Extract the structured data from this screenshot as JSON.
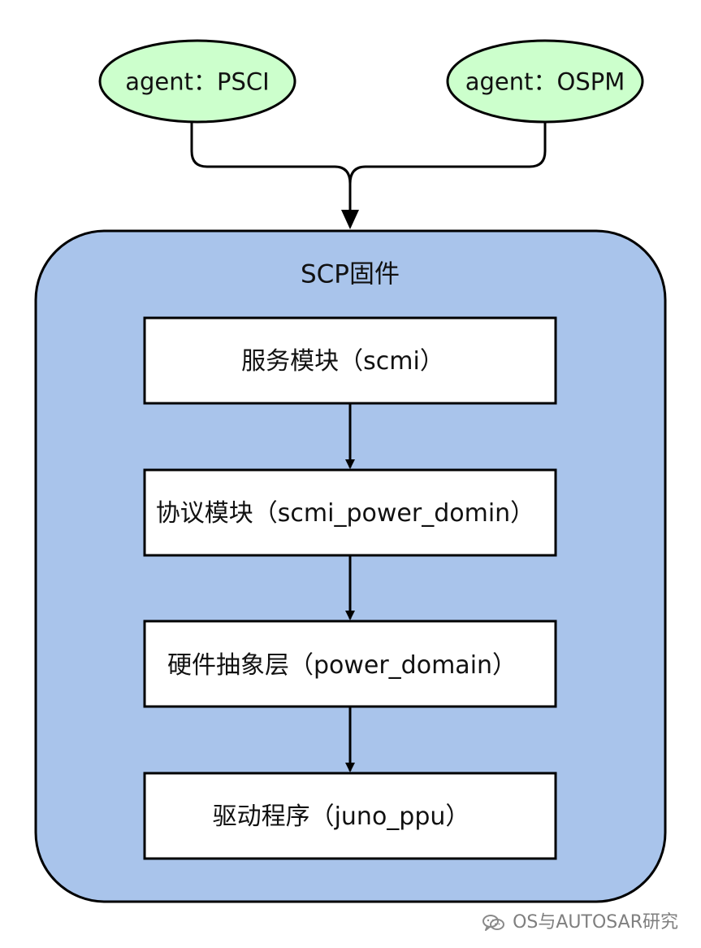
{
  "nodes": {
    "agent_psci": "agent：PSCI",
    "agent_ospm": "agent：OSPM",
    "container": "SCP固件",
    "service": "服务模块（scmi）",
    "protocol": "协议模块（scmi_power_domin）",
    "hal": "硬件抽象层（power_domain）",
    "driver": "驱动程序（juno_ppu）"
  },
  "colors": {
    "agent_fill": "#ccffcc",
    "container_fill": "#a9c4eb",
    "box_fill": "#ffffff",
    "stroke": "#000000"
  },
  "watermark": {
    "text": "OS与AUTOSAR研究",
    "icon": "wechat-icon"
  }
}
